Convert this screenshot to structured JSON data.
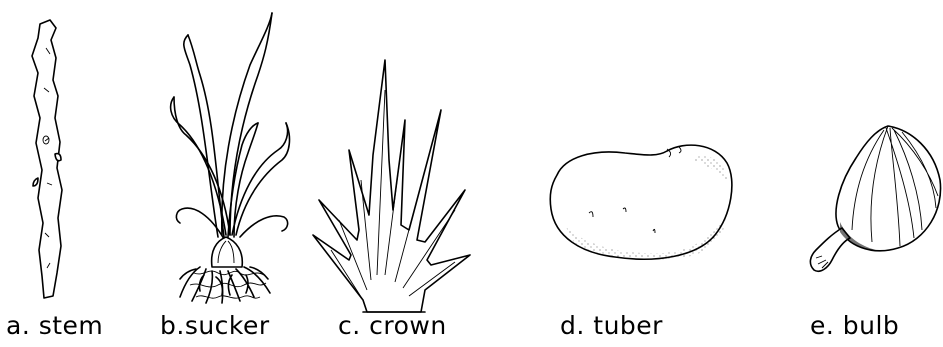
{
  "captions": {
    "stem": "a. stem",
    "sucker": "b.sucker",
    "crown": "c. crown",
    "tuber": "d. tuber",
    "bulb": "e. bulb"
  },
  "colors": {
    "ink": "#000000",
    "background": "#ffffff"
  }
}
